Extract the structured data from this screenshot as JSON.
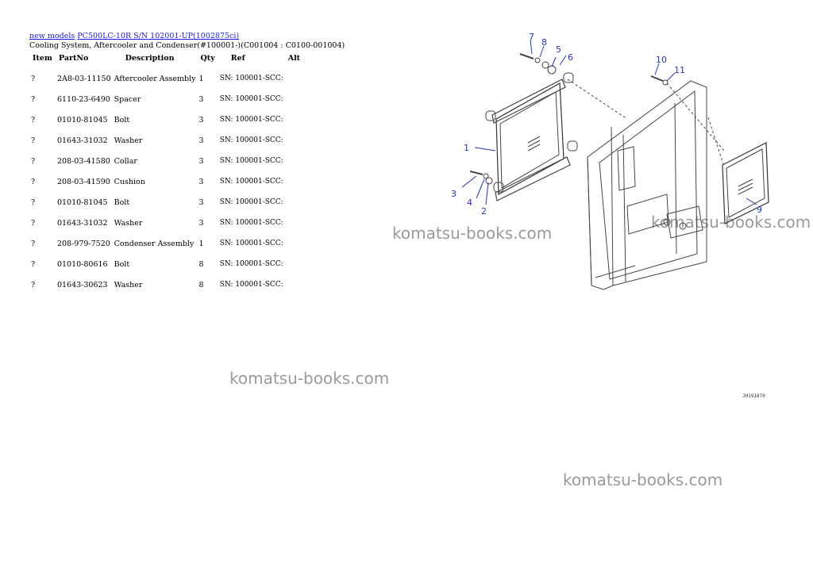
{
  "breadcrumb": {
    "link1": "new models",
    "link2": "PC500LC-10R S/N 102001-UP(1002875ci)"
  },
  "subtitle": "Cooling System, Aftercooler and Condenser(#100001-)(C001004 : C0100-001004)",
  "table": {
    "headers": [
      "Item",
      "PartNo",
      "Description",
      "Qty",
      "Ref",
      "Alt"
    ],
    "rows": [
      {
        "item": "?",
        "part": "2A8-03-11150",
        "desc": "Aftercooler Assembly",
        "qty": "1",
        "ref": "SN: 100001-SCC:"
      },
      {
        "item": "?",
        "part": "6110-23-6490",
        "desc": "Spacer",
        "qty": "3",
        "ref": "SN: 100001-SCC:"
      },
      {
        "item": "?",
        "part": "01010-81045",
        "desc": "Bolt",
        "qty": "3",
        "ref": "SN: 100001-SCC:"
      },
      {
        "item": "?",
        "part": "01643-31032",
        "desc": "Washer",
        "qty": "3",
        "ref": "SN: 100001-SCC:"
      },
      {
        "item": "?",
        "part": "208-03-41580",
        "desc": "Collar",
        "qty": "3",
        "ref": "SN: 100001-SCC:"
      },
      {
        "item": "?",
        "part": "208-03-41590",
        "desc": "Cushion",
        "qty": "3",
        "ref": "SN: 100001-SCC:"
      },
      {
        "item": "?",
        "part": "01010-81045",
        "desc": "Bolt",
        "qty": "3",
        "ref": "SN: 100001-SCC:"
      },
      {
        "item": "?",
        "part": "01643-31032",
        "desc": "Washer",
        "qty": "3",
        "ref": "SN: 100001-SCC:"
      },
      {
        "item": "?",
        "part": "208-979-7520",
        "desc": "Condenser Assembly",
        "qty": "1",
        "ref": "SN: 100001-SCC:"
      },
      {
        "item": "?",
        "part": "01010-80616",
        "desc": "Bolt",
        "qty": "8",
        "ref": "SN: 100001-SCC:"
      },
      {
        "item": "?",
        "part": "01643-30623",
        "desc": "Washer",
        "qty": "8",
        "ref": "SN: 100001-SCC:"
      }
    ]
  },
  "watermark": "komatsu-books.com",
  "diagram": {
    "callouts": [
      "1",
      "2",
      "3",
      "4",
      "5",
      "6",
      "7",
      "8",
      "9",
      "10",
      "11"
    ],
    "code": "JH191870"
  }
}
